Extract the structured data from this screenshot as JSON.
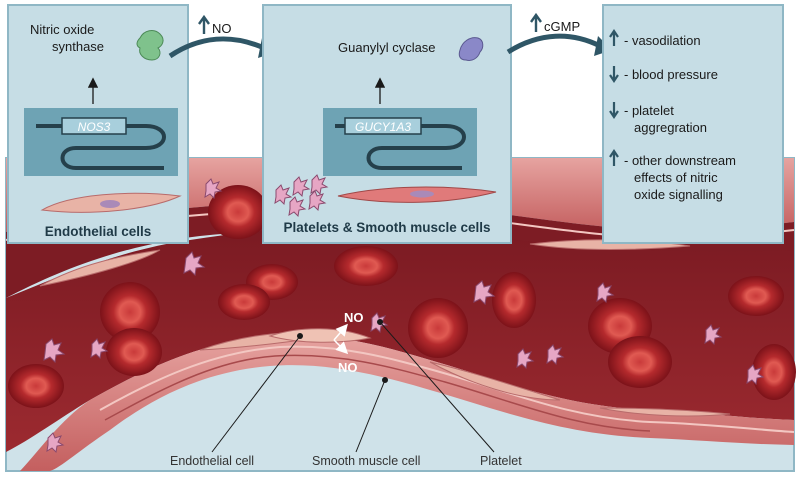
{
  "panel1": {
    "enzyme_label": "Nitric oxide\nsynthase",
    "gene": "NOS3",
    "cell_label": "Endothelial cells"
  },
  "arrow1": {
    "label": "NO"
  },
  "panel2": {
    "enzyme_label": "Guanylyl cyclase",
    "gene": "GUCY1A3",
    "cell_label": "Platelets & Smooth muscle cells"
  },
  "arrow2": {
    "label": "cGMP"
  },
  "effects": [
    {
      "direction": "up",
      "text": "- vasodilation"
    },
    {
      "direction": "down",
      "text": "- blood pressure"
    },
    {
      "direction": "down",
      "text": "- platelet\naggregration"
    },
    {
      "direction": "up",
      "text": "- other downstream\neffects of nitric\noxide signalling"
    }
  ],
  "vessel": {
    "no_label_1": "NO",
    "no_label_2": "NO"
  },
  "callouts": {
    "endothelial": "Endothelial cell",
    "smooth_muscle": "Smooth muscle cell",
    "platelet": "Platelet"
  },
  "colors": {
    "panel_bg": "#c6dde5",
    "panel_border": "#8fb7c5",
    "gene_box": "#5f96a8",
    "blood": "#8c1e26",
    "vessel_wall": "#d98c8c",
    "arrow": "#2f5666"
  }
}
